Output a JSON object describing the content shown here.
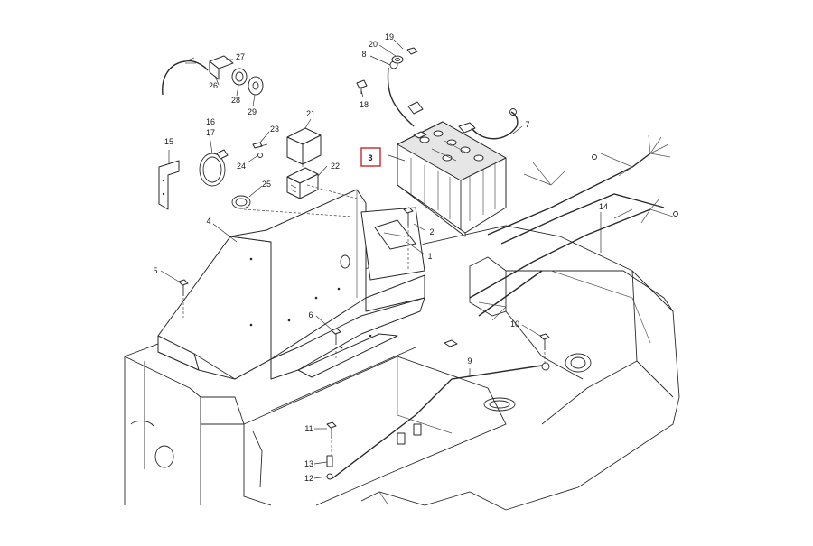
{
  "diagram": {
    "highlight_color": "#c0181a",
    "callouts": [
      {
        "id": "c1",
        "text": "1"
      },
      {
        "id": "c2",
        "text": "2"
      },
      {
        "id": "c3",
        "text": "3"
      },
      {
        "id": "c4",
        "text": "4"
      },
      {
        "id": "c5",
        "text": "5"
      },
      {
        "id": "c6",
        "text": "6"
      },
      {
        "id": "c7",
        "text": "7"
      },
      {
        "id": "c8",
        "text": "8"
      },
      {
        "id": "c9",
        "text": "9"
      },
      {
        "id": "c10",
        "text": "10"
      },
      {
        "id": "c11",
        "text": "11"
      },
      {
        "id": "c12",
        "text": "12"
      },
      {
        "id": "c13",
        "text": "13"
      },
      {
        "id": "c14",
        "text": "14"
      },
      {
        "id": "c15",
        "text": "15"
      },
      {
        "id": "c16",
        "text": "16"
      },
      {
        "id": "c17",
        "text": "17"
      },
      {
        "id": "c18",
        "text": "18"
      },
      {
        "id": "c19",
        "text": "19"
      },
      {
        "id": "c20",
        "text": "20"
      },
      {
        "id": "c21",
        "text": "21"
      },
      {
        "id": "c22",
        "text": "22"
      },
      {
        "id": "c23",
        "text": "23"
      },
      {
        "id": "c24",
        "text": "24"
      },
      {
        "id": "c25",
        "text": "25"
      },
      {
        "id": "c26",
        "text": "26"
      },
      {
        "id": "c27",
        "text": "27"
      },
      {
        "id": "c28",
        "text": "28"
      },
      {
        "id": "c29",
        "text": "29"
      }
    ]
  }
}
